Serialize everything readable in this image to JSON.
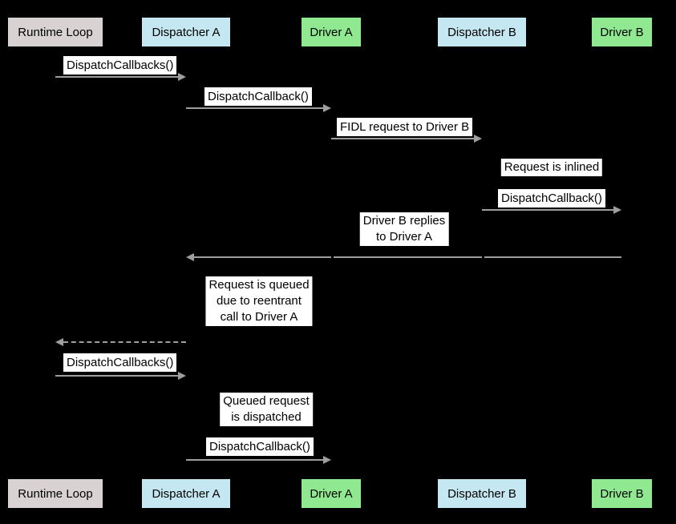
{
  "colors": {
    "background": "#000000",
    "runtime_loop_box": "#d9d2d2",
    "dispatcher_box": "#c4e7f2",
    "driver_box": "#90e890",
    "arrow": "#9e9e9e",
    "label_background": "#ffffff",
    "label_text": "#000000"
  },
  "actors": [
    {
      "label": "Runtime Loop",
      "color": "#d9d2d2"
    },
    {
      "label": "Dispatcher A",
      "color": "#c4e7f2"
    },
    {
      "label": "Driver A",
      "color": "#90e890"
    },
    {
      "label": "Dispatcher B",
      "color": "#c4e7f2"
    },
    {
      "label": "Driver B",
      "color": "#90e890"
    }
  ],
  "messages": [
    {
      "label": "DispatchCallbacks()",
      "from": "Runtime Loop",
      "to": "Dispatcher A",
      "line": "solid"
    },
    {
      "label": "DispatchCallback()",
      "from": "Dispatcher A",
      "to": "Driver A",
      "line": "solid"
    },
    {
      "label": "FIDL request to Driver B",
      "from": "Driver A",
      "to": "Dispatcher B",
      "line": "solid"
    },
    {
      "label": "Request is inlined",
      "kind": "note",
      "between": "Dispatcher B and Driver B"
    },
    {
      "label": "DispatchCallback()",
      "from": "Dispatcher B",
      "to": "Driver B",
      "line": "solid"
    },
    {
      "label": "Driver B replies\nto Driver A",
      "from": "Driver B",
      "to": "Dispatcher A",
      "line": "solid"
    },
    {
      "label": "Request is queued\ndue to reentrant\ncall to Driver A",
      "kind": "note",
      "between": "Dispatcher A and Driver A"
    },
    {
      "label": "",
      "from": "Dispatcher A",
      "to": "Runtime Loop",
      "line": "dashed"
    },
    {
      "label": "DispatchCallbacks()",
      "from": "Runtime Loop",
      "to": "Dispatcher A",
      "line": "solid"
    },
    {
      "label": "Queued request\nis dispatched",
      "kind": "note",
      "between": "Dispatcher A and Driver A"
    },
    {
      "label": "DispatchCallback()",
      "from": "Dispatcher A",
      "to": "Driver A",
      "line": "solid"
    }
  ]
}
